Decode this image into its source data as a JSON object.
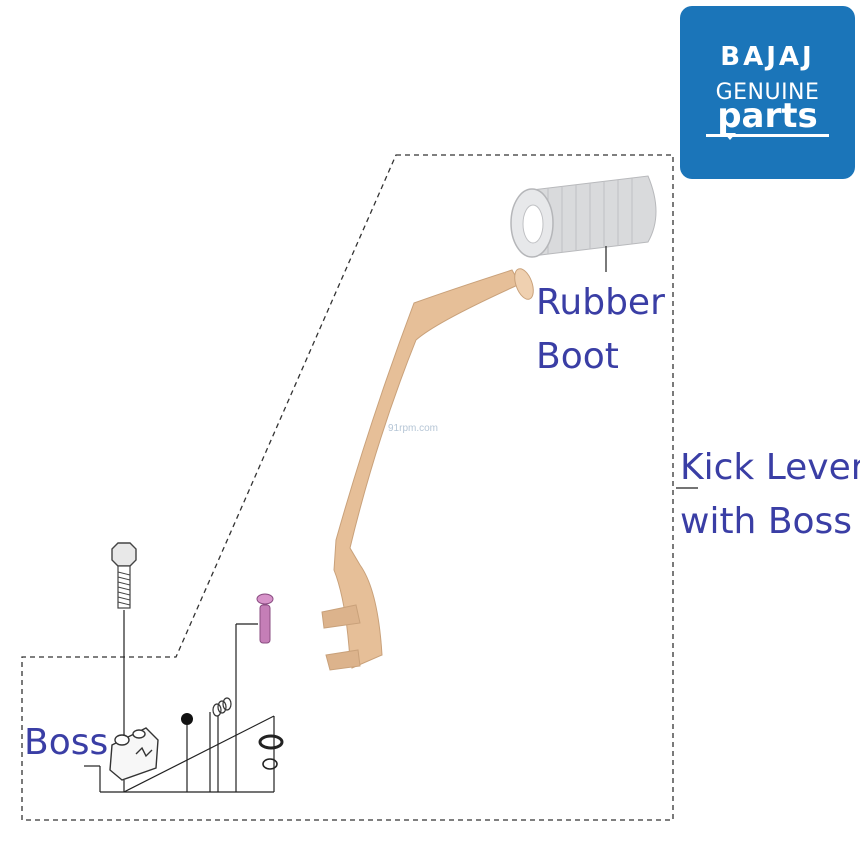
{
  "logo": {
    "line1": "BAJAJ",
    "line2": "GENUINE",
    "line3": "parts"
  },
  "watermark": "91rpm.com",
  "callouts": {
    "rubber_boot": [
      "Rubber",
      "Boot"
    ],
    "kick_lever": [
      "Kick Lever",
      "with Boss"
    ],
    "boss": "Boss"
  },
  "colors": {
    "label": "#3a3ea5",
    "logo_bg": "#1b75b9",
    "lever": "#e6bf98",
    "boot": "#d9dadc",
    "pin": "#c57eb7"
  }
}
